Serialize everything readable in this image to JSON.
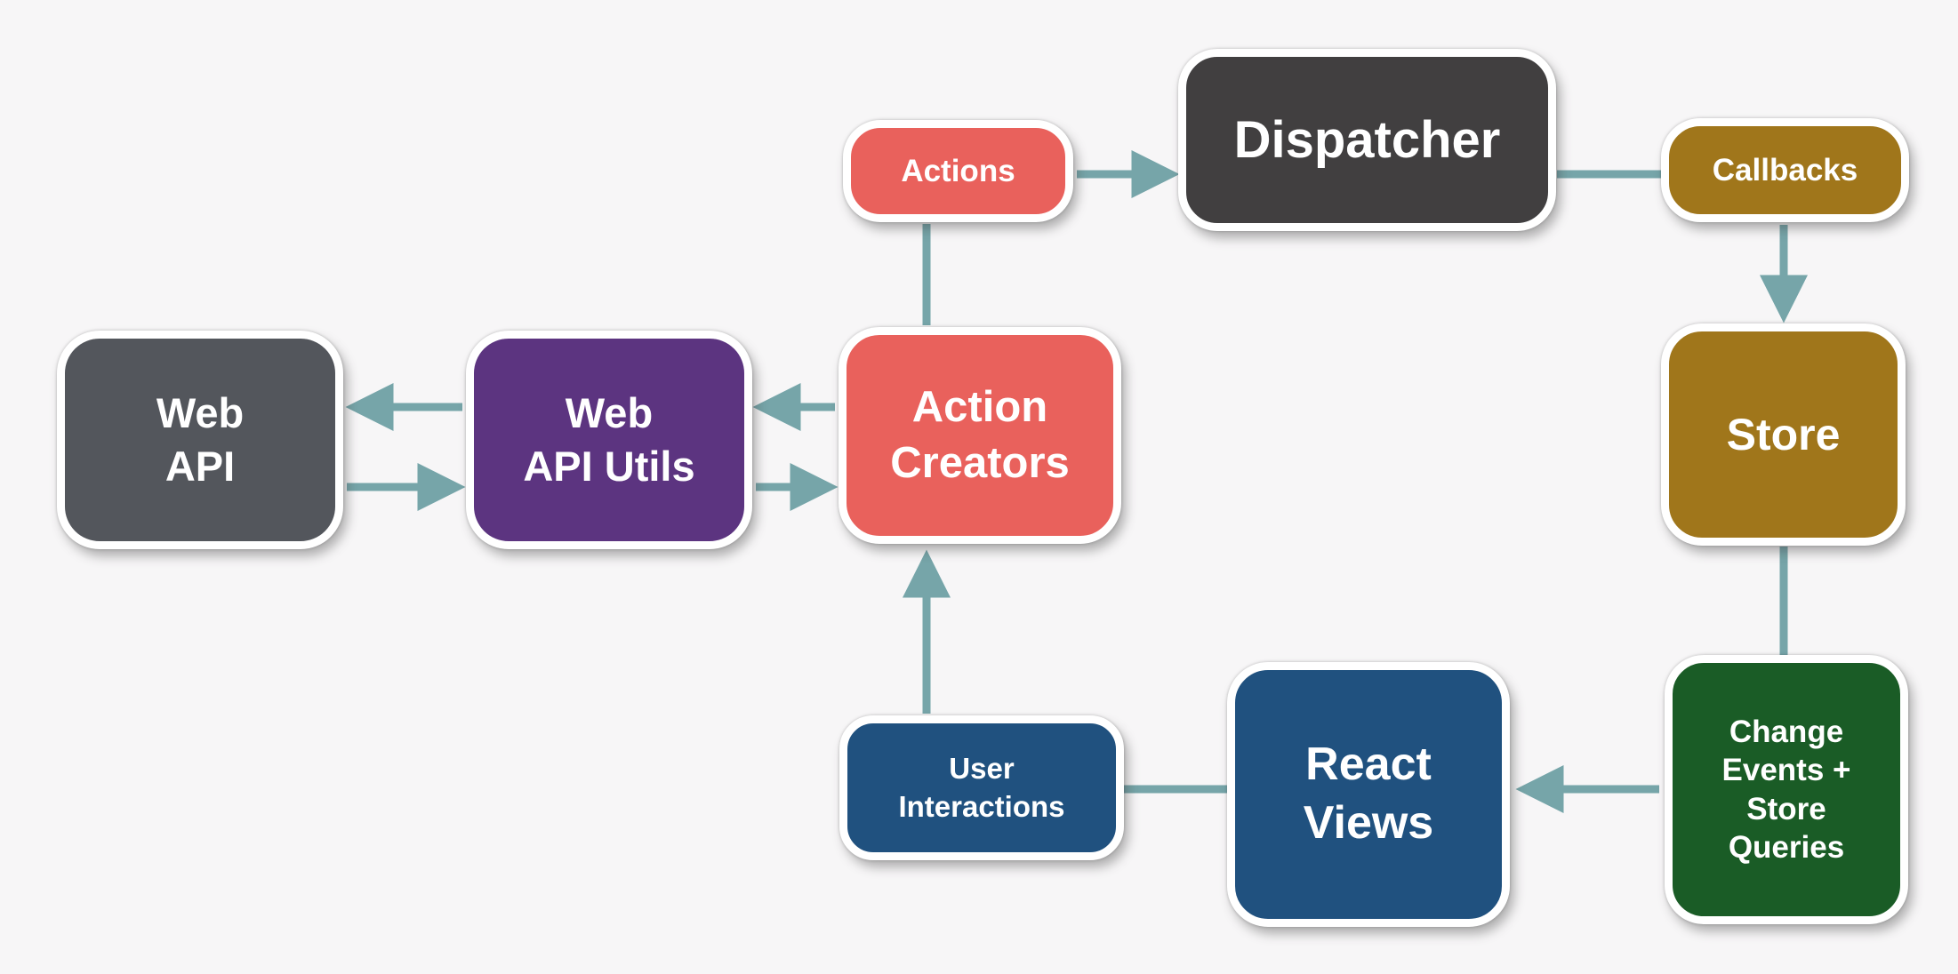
{
  "diagram": {
    "background_color": "#f7f6f7",
    "connector_color": "#76a5a9",
    "node_border_color": "#ffffff",
    "text_color": "#ffffff",
    "nodes": {
      "actions": {
        "label": "Actions",
        "color": "#e9615c"
      },
      "dispatcher": {
        "label": "Dispatcher",
        "color": "#413f40"
      },
      "callbacks": {
        "label": "Callbacks",
        "color": "#a0761b"
      },
      "web_api": {
        "label": "Web\nAPI",
        "color": "#53565c"
      },
      "web_api_utils": {
        "label": "Web\nAPI Utils",
        "color": "#5c3480"
      },
      "action_creators": {
        "label": "Action\nCreators",
        "color": "#e9615c"
      },
      "store": {
        "label": "Store",
        "color": "#a0761b"
      },
      "user_interactions": {
        "label": "User\nInteractions",
        "color": "#20517f"
      },
      "react_views": {
        "label": "React\nViews",
        "color": "#20517f"
      },
      "change_events": {
        "label": "Change\nEvents +\nStore\nQueries",
        "color": "#1a5c26"
      }
    },
    "edges": [
      {
        "from": "actions",
        "to": "dispatcher",
        "arrow": true
      },
      {
        "from": "dispatcher",
        "to": "callbacks",
        "arrow": false
      },
      {
        "from": "callbacks",
        "to": "store",
        "arrow": true
      },
      {
        "from": "store",
        "to": "change_events",
        "arrow": false
      },
      {
        "from": "change_events",
        "to": "react_views",
        "arrow": true
      },
      {
        "from": "react_views",
        "to": "user_interactions",
        "arrow": false
      },
      {
        "from": "user_interactions",
        "to": "action_creators",
        "arrow": true
      },
      {
        "from": "action_creators",
        "to": "actions",
        "arrow": false
      },
      {
        "from": "action_creators",
        "to": "web_api_utils",
        "arrow": true
      },
      {
        "from": "web_api_utils",
        "to": "action_creators",
        "arrow": true
      },
      {
        "from": "web_api_utils",
        "to": "web_api",
        "arrow": true
      },
      {
        "from": "web_api",
        "to": "web_api_utils",
        "arrow": true
      }
    ]
  }
}
